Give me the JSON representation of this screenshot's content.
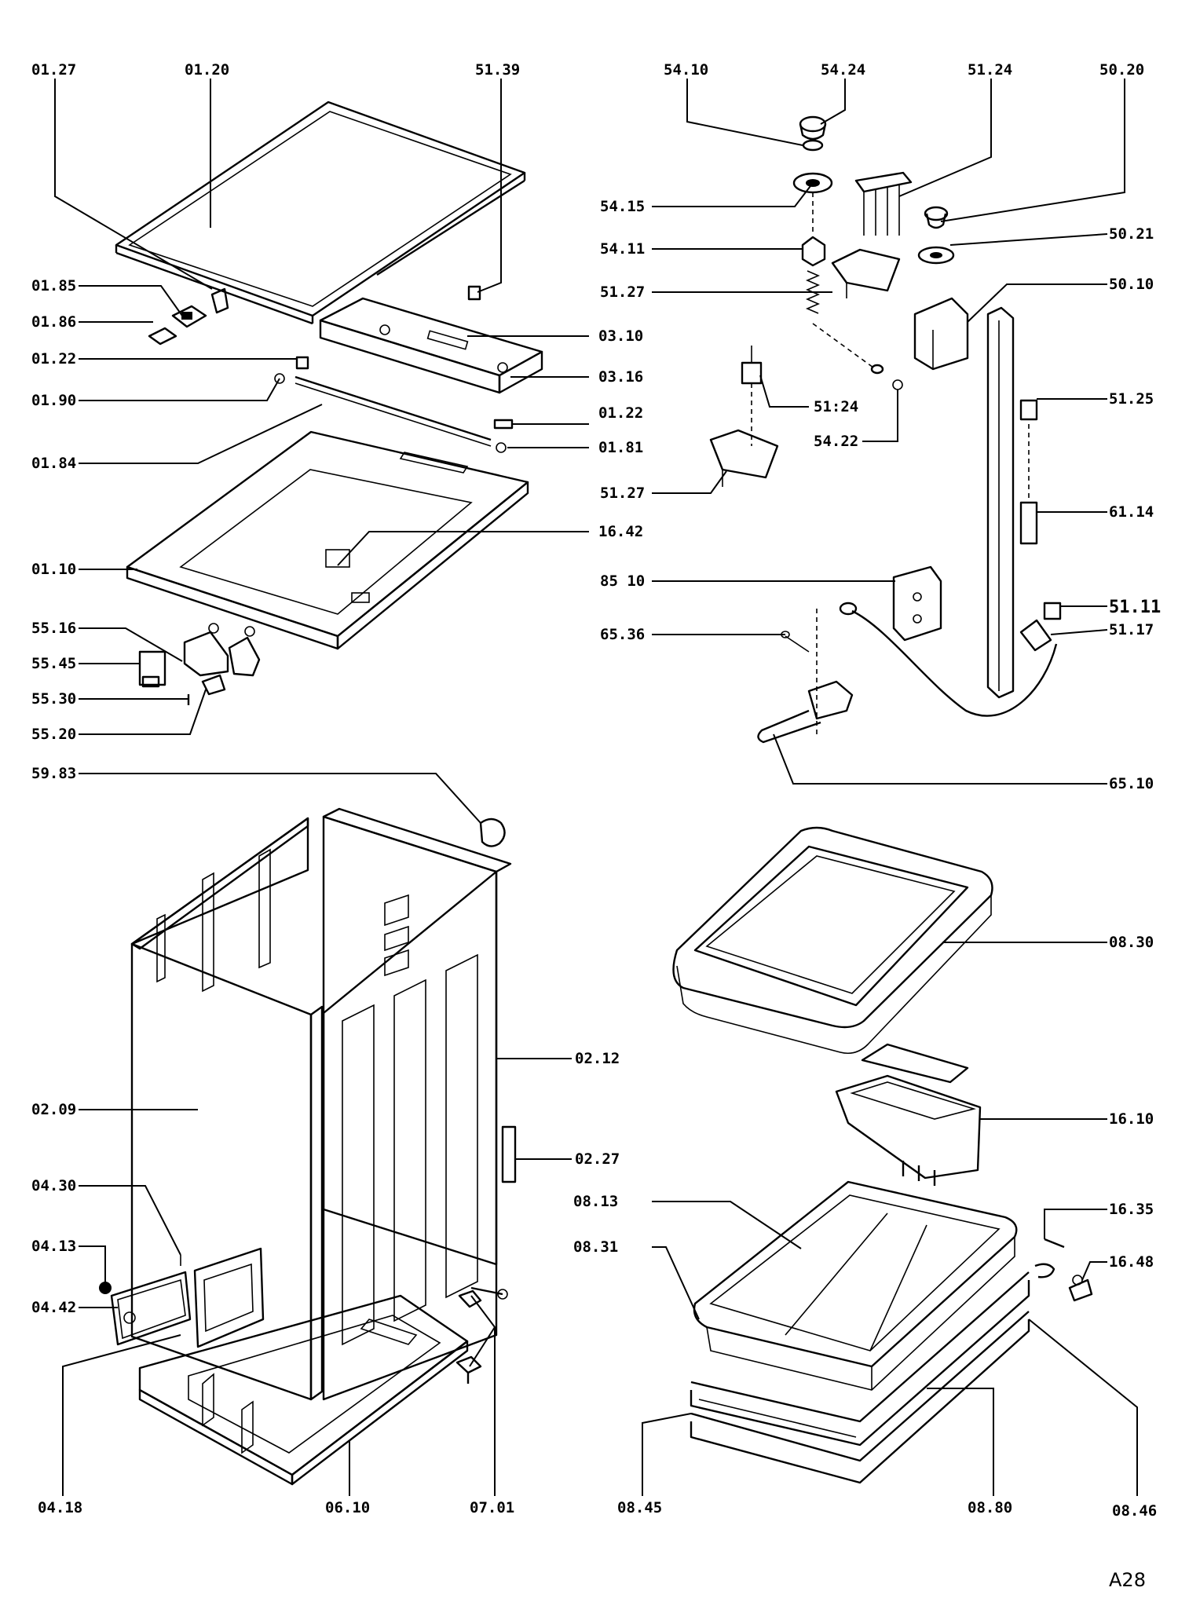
{
  "sheet_id": "A28",
  "labels": {
    "l0127": "01.27",
    "l0120": "01.20",
    "l5139": "51.39",
    "l0185": "01.85",
    "l0186": "01.86",
    "l0122a": "01.22",
    "l0190": "01.90",
    "l0184": "01.84",
    "l0310": "03.10",
    "l0316": "03.16",
    "l0122b": "01.22",
    "l0181": "01.81",
    "l1642": "16.42",
    "l0110": "01.10",
    "l5516": "55.16",
    "l5545": "55.45",
    "l5530": "55.30",
    "l5520": "55.20",
    "l5410": "54.10",
    "l5424": "54.24",
    "l5124a": "51.24",
    "l5020": "50.20",
    "l5415": "54.15",
    "l5411": "54.11",
    "l5127a": "51.27",
    "l5021": "50.21",
    "l5010": "50.10",
    "l5124b": "51:24",
    "l5422": "54.22",
    "l5127b": "51.27",
    "l5125": "51.25",
    "l6114": "61.14",
    "l8510": "85 10",
    "l5111": "51.11",
    "l5117": "51.17",
    "l6536": "65.36",
    "l6510": "65.10",
    "l5983": "59.83",
    "l0830": "08.30",
    "l0212": "02.12",
    "l0209": "02.09",
    "l1610": "16.10",
    "l0227": "02.27",
    "l0430": "04.30",
    "l0813": "08.13",
    "l1635": "16.35",
    "l0413": "04.13",
    "l0831": "08.31",
    "l1648": "16.48",
    "l0442": "04.42",
    "l0418": "04.18",
    "l0610": "06.10",
    "l0701": "07.01",
    "l0845": "08.45",
    "l0880": "08.80",
    "l0846": "08.46"
  }
}
